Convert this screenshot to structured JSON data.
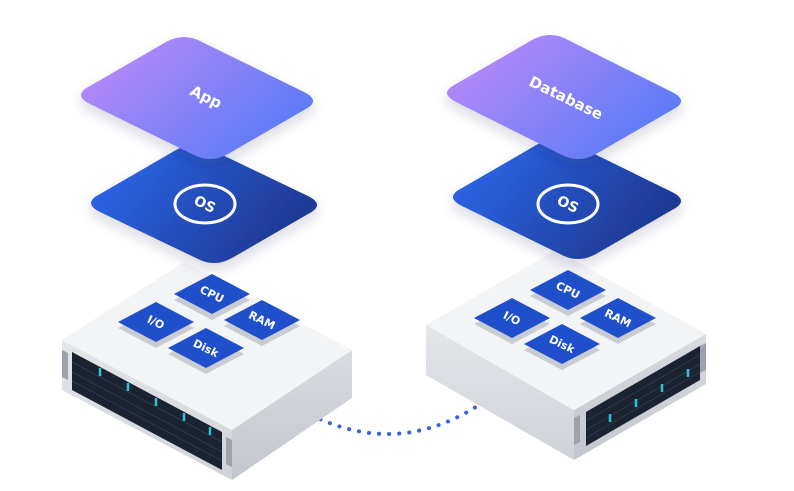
{
  "stacks": [
    {
      "app_layer": "App",
      "os_layer": "OS",
      "components": {
        "cpu": "CPU",
        "io": "I/O",
        "ram": "RAM",
        "disk": "Disk"
      }
    },
    {
      "app_layer": "Database",
      "os_layer": "OS",
      "components": {
        "cpu": "CPU",
        "io": "I/O",
        "ram": "RAM",
        "disk": "Disk"
      }
    }
  ],
  "colors": {
    "app_gradient_start": "#C38BF8",
    "app_gradient_end": "#5B7BF7",
    "os_gradient_start": "#2E6BF2",
    "os_gradient_end": "#1E3A95",
    "component_tile": "#1F4FCB",
    "server_top": "#F3F4F6",
    "server_front": "#DADCE1",
    "network_link": "#2F63E8",
    "drive_light": "#27C4D6"
  }
}
